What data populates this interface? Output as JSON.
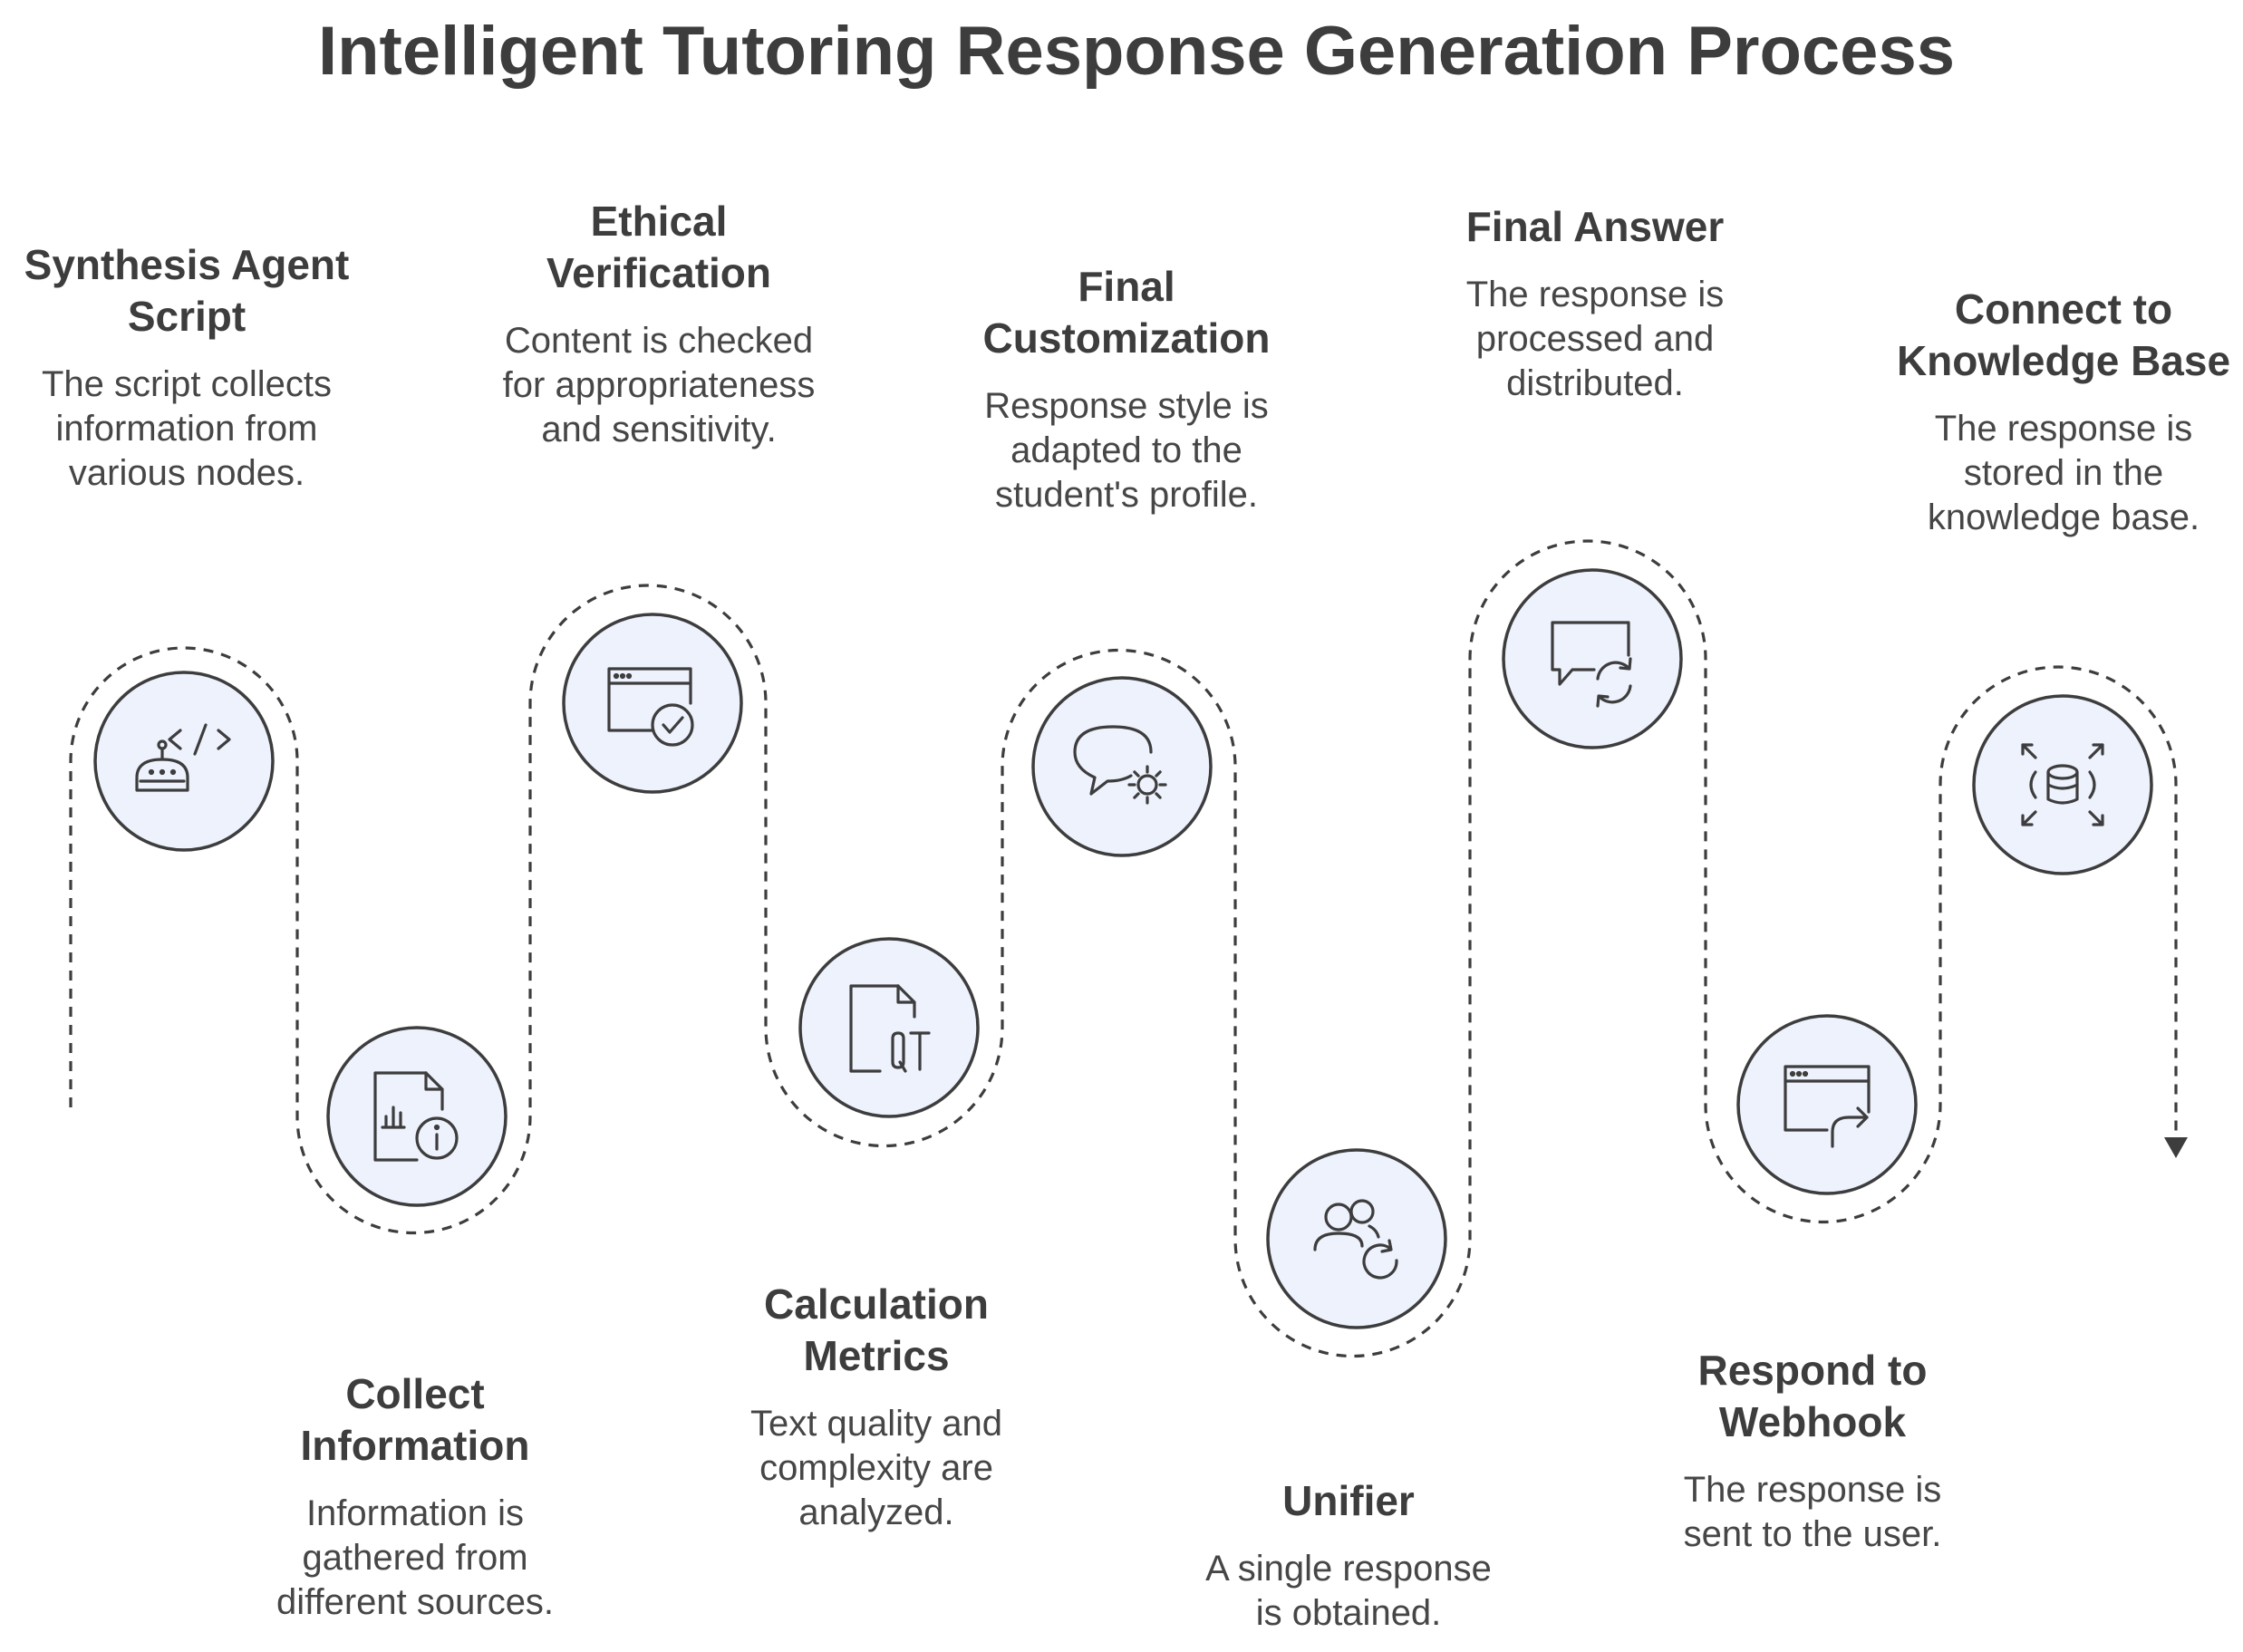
{
  "title": "Intelligent Tutoring Response Generation Process",
  "colors": {
    "node_fill": "#eef2fd",
    "stroke": "#3d3d3d",
    "text": "#3d3d3d",
    "background": "#ffffff"
  },
  "steps": [
    {
      "title_lines": [
        "Synthesis Agent",
        "Script"
      ],
      "desc_lines": [
        "The script collects",
        "information from",
        "various nodes."
      ],
      "icon": "robot-code-icon"
    },
    {
      "title_lines": [
        "Collect",
        "Information"
      ],
      "desc_lines": [
        "Information is",
        "gathered from",
        "different sources."
      ],
      "icon": "document-chart-info-icon"
    },
    {
      "title_lines": [
        "Ethical",
        "Verification"
      ],
      "desc_lines": [
        "Content is checked",
        "for appropriateness",
        "and sensitivity."
      ],
      "icon": "browser-check-icon"
    },
    {
      "title_lines": [
        "Calculation",
        "Metrics"
      ],
      "desc_lines": [
        "Text quality and",
        "complexity are",
        "analyzed."
      ],
      "icon": "file-qt-icon"
    },
    {
      "title_lines": [
        "Final",
        "Customization"
      ],
      "desc_lines": [
        "Response style is",
        "adapted to the",
        "student's profile."
      ],
      "icon": "chat-gear-icon"
    },
    {
      "title_lines": [
        "Unifier"
      ],
      "desc_lines": [
        "A single response",
        "is obtained."
      ],
      "icon": "users-refresh-icon"
    },
    {
      "title_lines": [
        "Final Answer"
      ],
      "desc_lines": [
        "The response is",
        "processed and",
        "distributed."
      ],
      "icon": "message-refresh-icon"
    },
    {
      "title_lines": [
        "Respond to",
        "Webhook"
      ],
      "desc_lines": [
        "The response is",
        "sent to the user."
      ],
      "icon": "browser-redirect-icon"
    },
    {
      "title_lines": [
        "Connect to",
        "Knowledge Base"
      ],
      "desc_lines": [
        "The response is",
        "stored in the",
        "knowledge base."
      ],
      "icon": "database-expand-icon"
    }
  ]
}
